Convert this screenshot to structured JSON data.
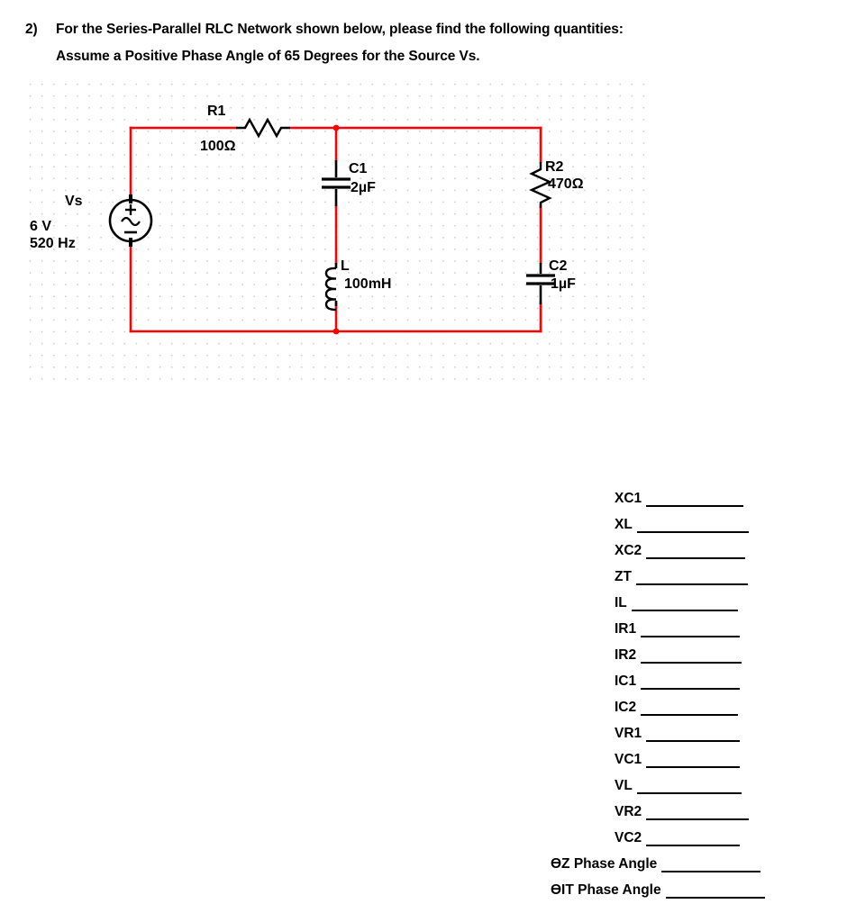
{
  "question": {
    "number": "2)",
    "line1": "For the Series-Parallel RLC Network shown below, please find the following quantities:",
    "line2": "Assume a Positive Phase Angle of 65 Degrees for the Source Vs."
  },
  "schematic": {
    "wire_color": "#ff0000",
    "component_color": "#000000",
    "grid_dot_color": "#c9c9cf",
    "source": {
      "name": "Vs",
      "voltage": "6 V",
      "frequency": "520 Hz",
      "plus_sign": "+",
      "minus_sign": "−",
      "wave_symbol": "ac-sine"
    },
    "components": [
      {
        "ref": "R1",
        "value": "100Ω",
        "type": "resistor",
        "orientation": "horizontal"
      },
      {
        "ref": "C1",
        "value": "2µF",
        "type": "capacitor",
        "orientation": "vertical"
      },
      {
        "ref": "L",
        "value": "100mH",
        "type": "inductor",
        "orientation": "vertical"
      },
      {
        "ref": "R2",
        "value": "470Ω",
        "type": "resistor",
        "orientation": "vertical"
      },
      {
        "ref": "C2",
        "value": "1µF",
        "type": "capacitor",
        "orientation": "vertical"
      }
    ]
  },
  "answers": {
    "rows": [
      {
        "label": "XC1",
        "blank_width": 108,
        "label_left": 682
      },
      {
        "label": "XL",
        "blank_width": 124,
        "label_left": 682
      },
      {
        "label": "XC2",
        "blank_width": 110,
        "label_left": 682
      },
      {
        "label": "ZT",
        "blank_width": 124,
        "label_left": 682
      },
      {
        "label": "IL",
        "blank_width": 118,
        "label_left": 682
      },
      {
        "label": "IR1",
        "blank_width": 110,
        "label_left": 682
      },
      {
        "label": "IR2",
        "blank_width": 112,
        "label_left": 682
      },
      {
        "label": "IC1",
        "blank_width": 110,
        "label_left": 682
      },
      {
        "label": "IC2",
        "blank_width": 108,
        "label_left": 682
      },
      {
        "label": "VR1",
        "blank_width": 104,
        "label_left": 682
      },
      {
        "label": "VC1",
        "blank_width": 104,
        "label_left": 682
      },
      {
        "label": "VL",
        "blank_width": 116,
        "label_left": 682
      },
      {
        "label": "VR2",
        "blank_width": 114,
        "label_left": 682
      },
      {
        "label": "VC2",
        "blank_width": 104,
        "label_left": 682
      },
      {
        "label": "ϴZ Phase Angle",
        "blank_width": 110,
        "label_left": 611
      },
      {
        "label": "ϴIT Phase Angle",
        "blank_width": 110,
        "label_left": 611
      }
    ]
  }
}
